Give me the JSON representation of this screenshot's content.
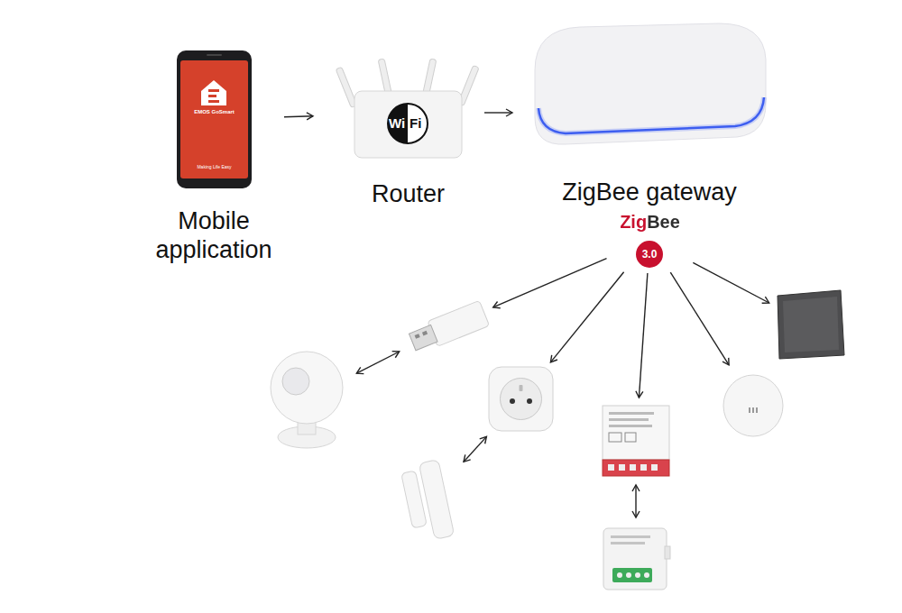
{
  "diagram": {
    "nodes": [
      {
        "text": [
          "EMOS GoSmart",
          "Making Life Easy",
          "Mobile application"
        ]
      },
      {
        "text": [
          "Router"
        ]
      },
      {
        "text": [
          "ZigBee gateway"
        ]
      },
      {
        "text": [
          "ZigBee",
          "3.0"
        ]
      },
      {
        "text": []
      },
      {
        "text": []
      },
      {
        "text": []
      },
      {
        "text": []
      },
      {
        "text": []
      },
      {
        "text": []
      },
      {
        "text": []
      },
      {
        "text": []
      }
    ],
    "edges": [
      {
        "from": 0,
        "to": 1,
        "arrow": "to"
      },
      {
        "from": 1,
        "to": 2,
        "arrow": "to"
      },
      {
        "from": 3,
        "to": 4,
        "arrow": "to"
      },
      {
        "from": 3,
        "to": 7,
        "arrow": "to"
      },
      {
        "from": 3,
        "to": 9,
        "arrow": "to"
      },
      {
        "from": 3,
        "to": 8,
        "arrow": "to"
      },
      {
        "from": 3,
        "to": 5,
        "arrow": "to"
      },
      {
        "from": 4,
        "to": 6,
        "arrow": "both"
      },
      {
        "from": 7,
        "to": 10,
        "arrow": "both"
      },
      {
        "from": 9,
        "to": 11,
        "arrow": "both"
      }
    ],
    "labels": [
      "Wi",
      "Fi"
    ]
  }
}
